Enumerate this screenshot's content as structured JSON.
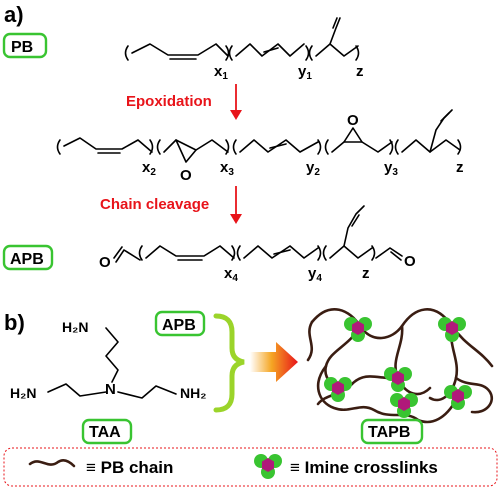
{
  "panels": {
    "a": "a)",
    "b": "b)"
  },
  "labels": {
    "pb": "PB",
    "apb": "APB",
    "apb_b": "APB",
    "taa": "TAA",
    "tapb": "TAPB"
  },
  "steps": {
    "epoxidation": "Epoxidation",
    "cleavage": "Chain cleavage"
  },
  "subscripts": {
    "x1": "x",
    "x1s": "1",
    "y1": "y",
    "y1s": "1",
    "z1": "z",
    "x2": "x",
    "x2s": "2",
    "x3": "x",
    "x3s": "3",
    "y2": "y",
    "y2s": "2",
    "y3": "y",
    "y3s": "3",
    "z2": "z",
    "x4": "x",
    "x4s": "4",
    "y4": "y",
    "y4s": "4",
    "z3": "z"
  },
  "atoms": {
    "o_epox1": "O",
    "o_epox2": "O",
    "o_ald_left": "O",
    "o_ald_right": "O",
    "taa_n": "N",
    "taa_nh2_top": "H₂N",
    "taa_nh2_left": "H₂N",
    "taa_nh2_right": "NH₂"
  },
  "legend": {
    "chain_label": "≡ PB chain",
    "crosslink_label": "≡ Imine crosslinks"
  },
  "colors": {
    "accent_green": "#39c431",
    "arrow_red": "#e8141a",
    "brace_green": "#9bd42a",
    "hexagon_magenta": "#b0197a",
    "chain_brown": "#3a1d12"
  }
}
